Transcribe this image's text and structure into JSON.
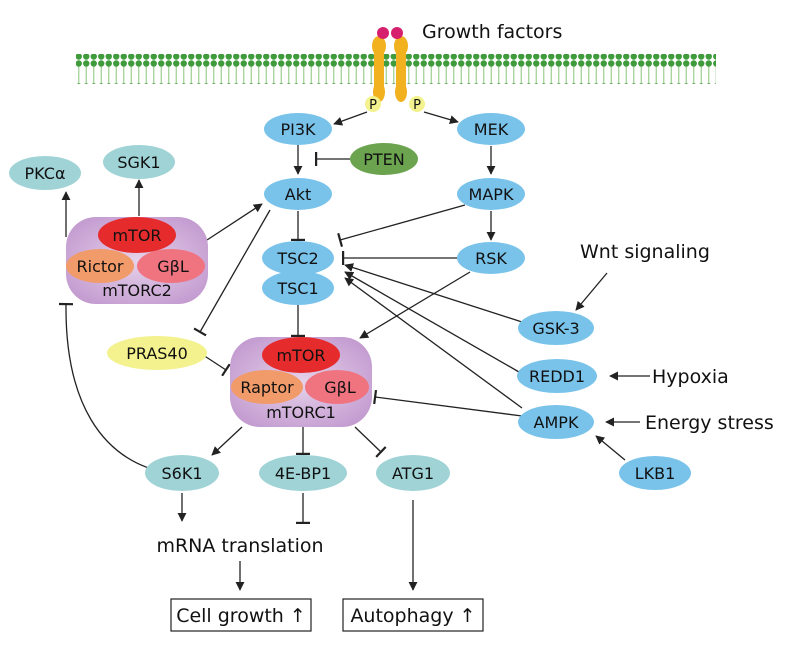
{
  "labels": {
    "growth_factors": "Growth factors",
    "p_left": "P",
    "p_right": "P",
    "pi3k": "PI3K",
    "mek": "MEK",
    "pten": "PTEN",
    "akt": "Akt",
    "mapk": "MAPK",
    "tsc2": "TSC2",
    "tsc1": "TSC1",
    "rsk": "RSK",
    "pkca": "PKCα",
    "sgk1": "SGK1",
    "mtorc2_mtor": "mTOR",
    "mtorc2_rictor": "Rictor",
    "mtorc2_gbl": "GβL",
    "mtorc2": "mTORC2",
    "mtorc1_mtor": "mTOR",
    "mtorc1_raptor": "Raptor",
    "mtorc1_gbl": "GβL",
    "mtorc1": "mTORC1",
    "pras40": "PRAS40",
    "wnt": "Wnt signaling",
    "gsk3": "GSK-3",
    "redd1": "REDD1",
    "hypoxia": "Hypoxia",
    "ampk": "AMPK",
    "energy_stress": "Energy stress",
    "lkb1": "LKB1",
    "s6k1": "S6K1",
    "4ebp1": "4E-BP1",
    "atg1": "ATG1",
    "mrna": "mRNA translation",
    "cell_growth": "Cell growth ↑",
    "autophagy": "Autophagy ↑"
  },
  "colors": {
    "blue_node": "#79c3eb",
    "teal_node": "#9fd3d6",
    "green_node": "#6ba34f",
    "yellow_node": "#f3f28e",
    "complex_bg": "#c39bd0",
    "mtor_red": "#e52b2b",
    "rictor_orange": "#f19a6a",
    "gbl_pink": "#ef7480",
    "membrane": "#3f9b3c",
    "receptor": "#f2b21f",
    "ligand": "#d6206e"
  }
}
